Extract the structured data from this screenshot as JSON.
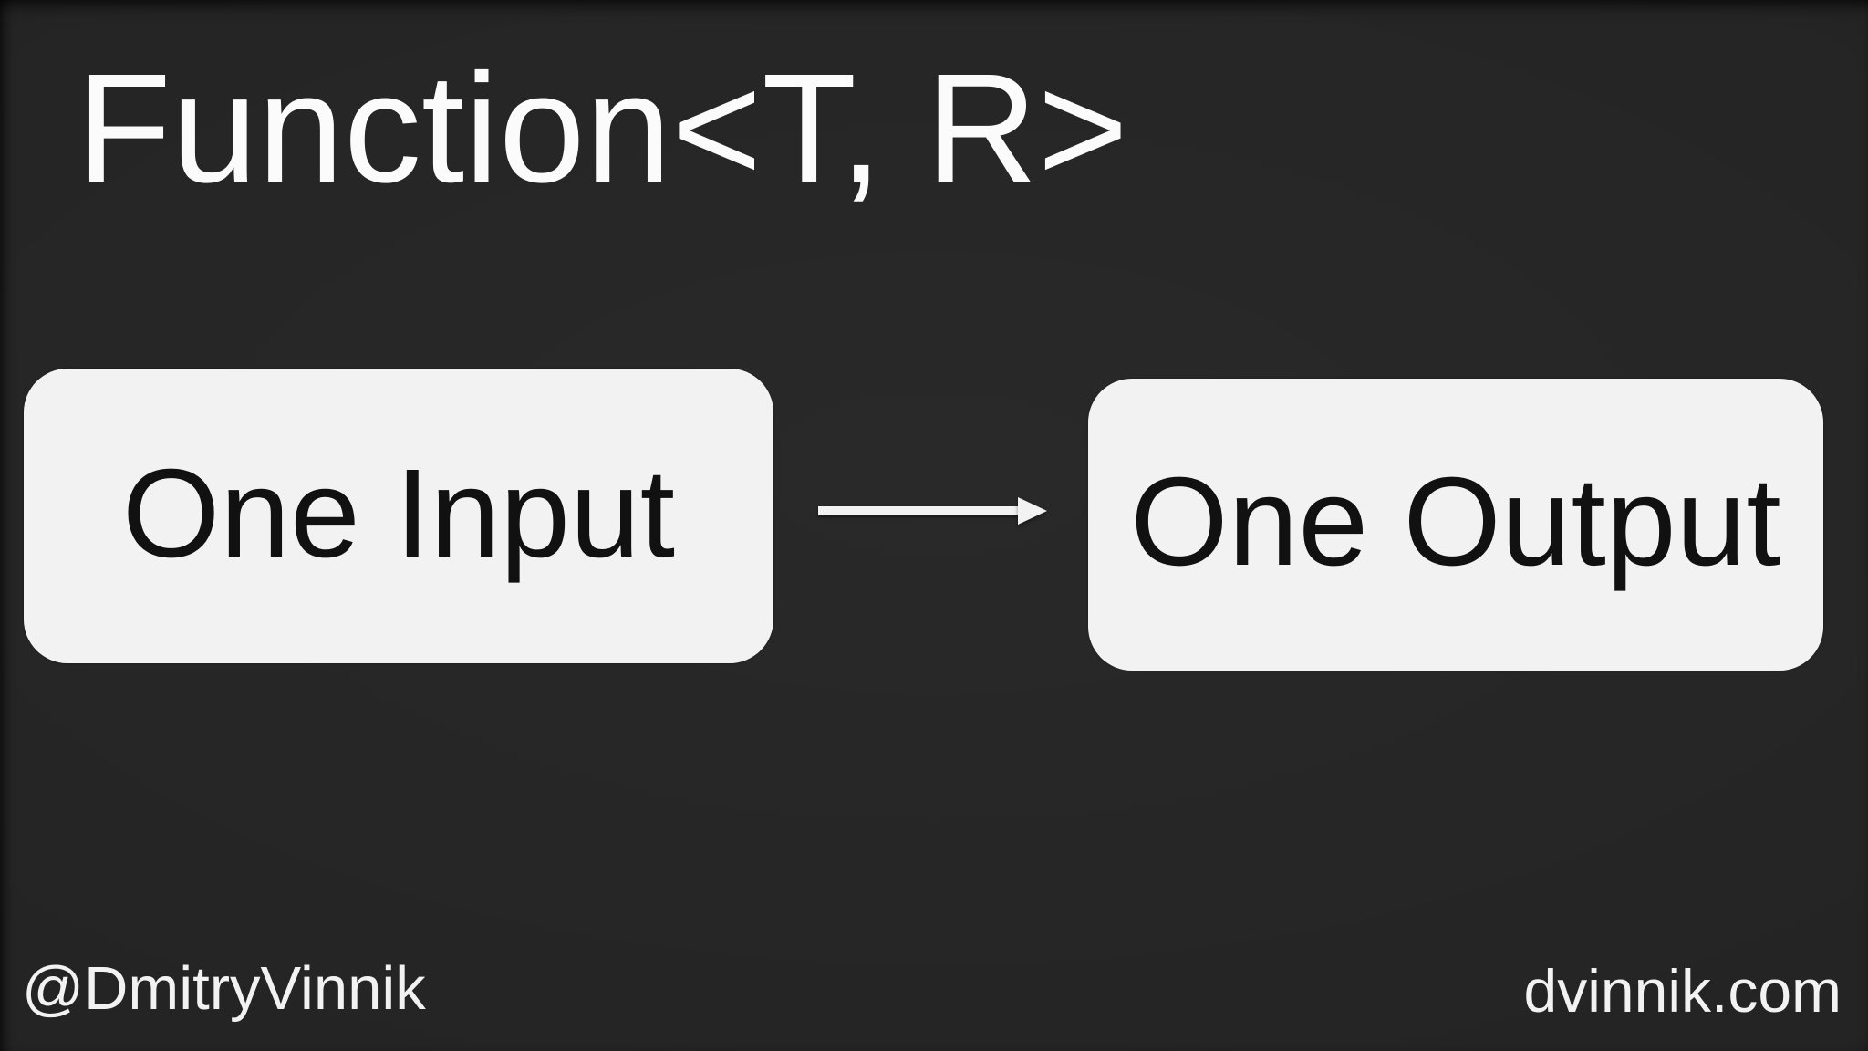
{
  "slide": {
    "title": "Function<T, R>",
    "diagram": {
      "input_node": {
        "label": "One Input"
      },
      "output_node": {
        "label": "One Output"
      },
      "connector": "right-arrow"
    },
    "footer": {
      "social_handle": "@DmitryVinnik",
      "website": "dvinnik.com"
    }
  },
  "colors": {
    "background": "#242424",
    "node_fill": "#f2f2f2",
    "node_text": "#111111",
    "title_text": "#fbfbfb",
    "arrow": "#f2f2f2",
    "footer_text": "#f2f2f2"
  }
}
